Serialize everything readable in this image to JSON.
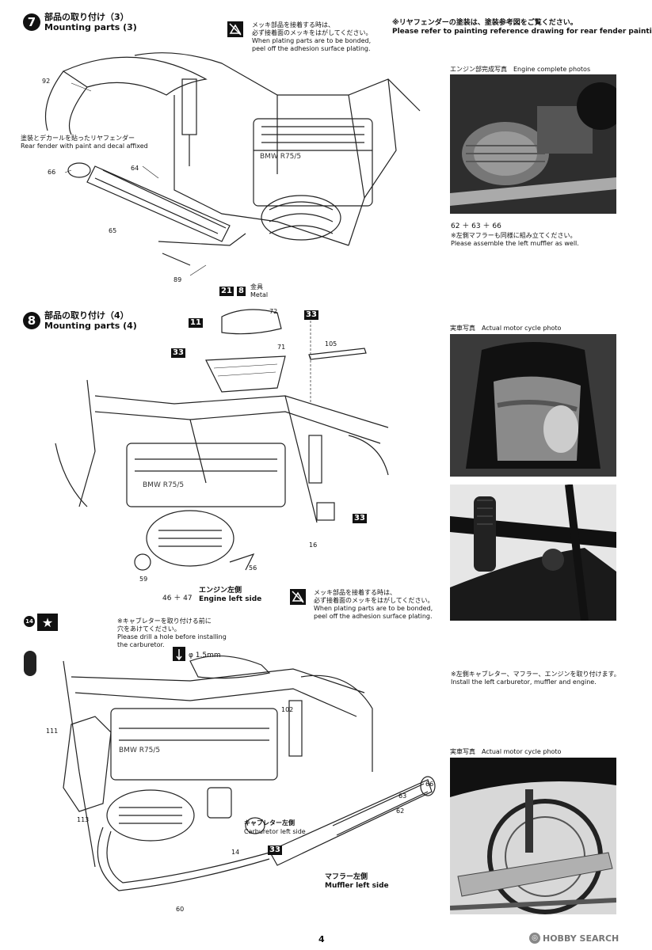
{
  "step7": {
    "number": "7",
    "title_jp": "部品の取り付け（3）",
    "title_en": "Mounting parts (3)",
    "plating_note_jp_1": "メッキ部品を接着する時は、",
    "plating_note_jp_2": "必ず接着面のメッキをはがしてください。",
    "plating_note_en_1": "When plating parts are to be bonded,",
    "plating_note_en_2": "peel off the adhesion surface plating.",
    "fender_note_jp": "※リヤフェンダーの塗装は、塗装参考図をご覧ください。",
    "fender_note_en": "Please refer to painting reference drawing for rear fender painting.",
    "rear_fender_jp": "塗装とデカールを貼ったリヤフェンダー",
    "rear_fender_en": "Rear fender with paint and decal affixed",
    "parts": [
      "92",
      "66",
      "64",
      "65",
      "89"
    ],
    "engine_photo_caption": "エンジン部完成写真　Engine complete photos",
    "combo": "62 ＋ 63 ＋ 66",
    "left_muffler_jp": "※左側マフラーも同様に組み立てください。",
    "left_muffler_en": "Please assemble the left muffler as well."
  },
  "step8": {
    "number": "8",
    "title_jp": "部品の取り付け（4）",
    "title_en": "Mounting parts (4)",
    "metal_jp": "金具",
    "metal_en": "Metal",
    "box_parts": [
      "21",
      "8",
      "11",
      "33",
      "33",
      "33"
    ],
    "parts": [
      "72",
      "71",
      "105",
      "16",
      "56",
      "59"
    ],
    "engine_left_combo": "46 ＋ 47",
    "engine_left_jp": "エンジン左側",
    "engine_left_en": "Engine left side",
    "actual_photo_caption": "実車写真　Actual motor cycle photo",
    "plating_note_jp_1": "メッキ部品を接着する時は、",
    "plating_note_jp_2": "必ず接着面のメッキをはがしてください。",
    "plating_note_en_1": "When plating parts are to be bonded,",
    "plating_note_en_2": "peel off the adhesion surface plating."
  },
  "step9": {
    "star_num": "14",
    "drill_jp_1": "※キャブレターを取り付ける前に",
    "drill_jp_2": "穴をあけてください。",
    "drill_en_1": "Please drill a hole before installing",
    "drill_en_2": "the carburetor.",
    "drill_size": "φ 1.5mm",
    "install_jp": "※左側キャブレター、マフラー、エンジンを取り付けます。",
    "install_en": "Install the left carburetor, muffler and engine.",
    "parts": [
      "111",
      "102",
      "113",
      "14",
      "60",
      "63",
      "66",
      "62"
    ],
    "box_part": "33",
    "carb_jp": "キャブレター左側",
    "carb_en": "Carburetor left side",
    "muffler_jp": "マフラー左側",
    "muffler_en": "Muffler left side",
    "actual_photo_caption": "実車写真　Actual motor cycle photo"
  },
  "footer": {
    "page_number": "4",
    "watermark": "HOBBY SEARCH"
  }
}
